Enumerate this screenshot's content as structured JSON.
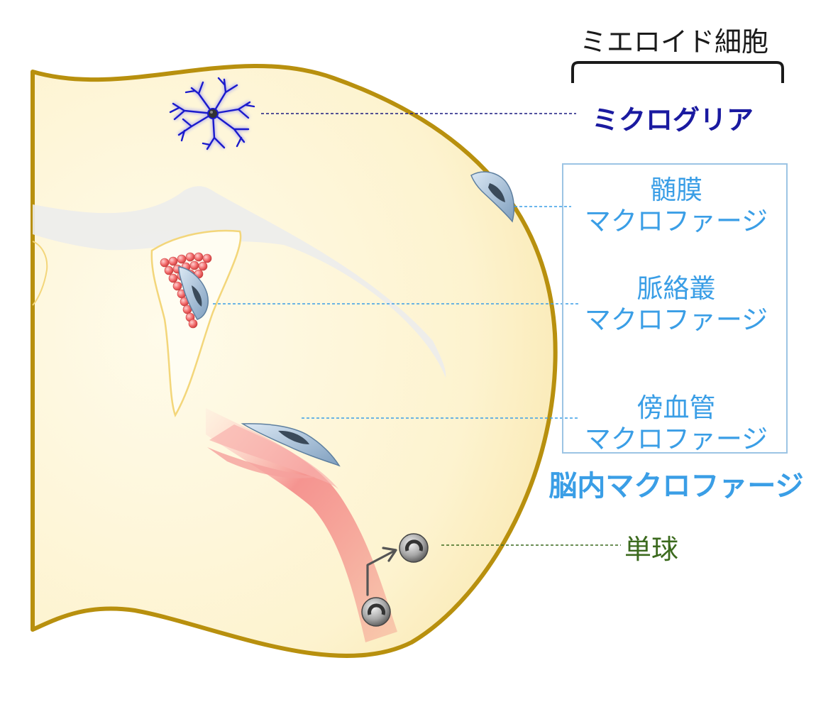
{
  "labels": {
    "myeloid_cells": "ミエロイド細胞",
    "microglia": "ミクログリア",
    "meningeal_line1": "髄膜",
    "meningeal_line2": "マクロファージ",
    "choroid_line1": "脈絡叢",
    "choroid_line2": "マクロファージ",
    "perivascular_line1": "傍血管",
    "perivascular_line2": "マクロファージ",
    "brain_macrophages": "脳内マクロファージ",
    "monocyte": "単球"
  },
  "colors": {
    "brain_fill": "#fdf3cf",
    "brain_outline": "#b8900e",
    "microglia": "#1a1acc",
    "microglia_label": "#1a1aa0",
    "macrophage_label": "#3a9ee6",
    "macrophage_box": "#9cc4e4",
    "macrophage_cell": "#8fb4d4",
    "monocyte_label": "#3c6a1e",
    "vessel": "#f08080",
    "choroid_cluster": "#f06060"
  },
  "icons": {
    "microglia": "microglia-cell-icon",
    "meningeal_macrophage": "macrophage-cell-icon",
    "choroid_macrophage": "macrophage-cell-icon",
    "perivascular_macrophage": "macrophage-cell-icon",
    "monocyte": "monocyte-cell-icon",
    "migration": "arrow-icon"
  }
}
